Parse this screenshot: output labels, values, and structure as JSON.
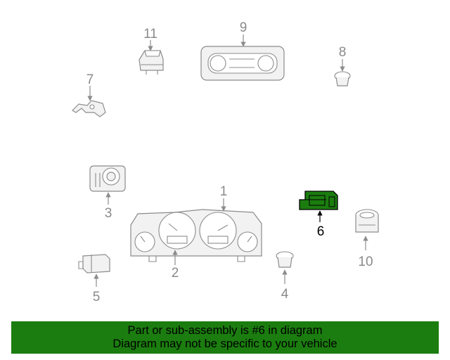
{
  "callouts": {
    "c1": "1",
    "c2": "2",
    "c3": "3",
    "c4": "4",
    "c5": "5",
    "c6": "6",
    "c7": "7",
    "c8": "8",
    "c9": "9",
    "c10": "10",
    "c11": "11"
  },
  "highlight_color": "#1b7d0f",
  "banner": {
    "line1": "Part or sub-assembly is #6 in diagram",
    "line2": "Diagram may not be specific to your vehicle"
  }
}
